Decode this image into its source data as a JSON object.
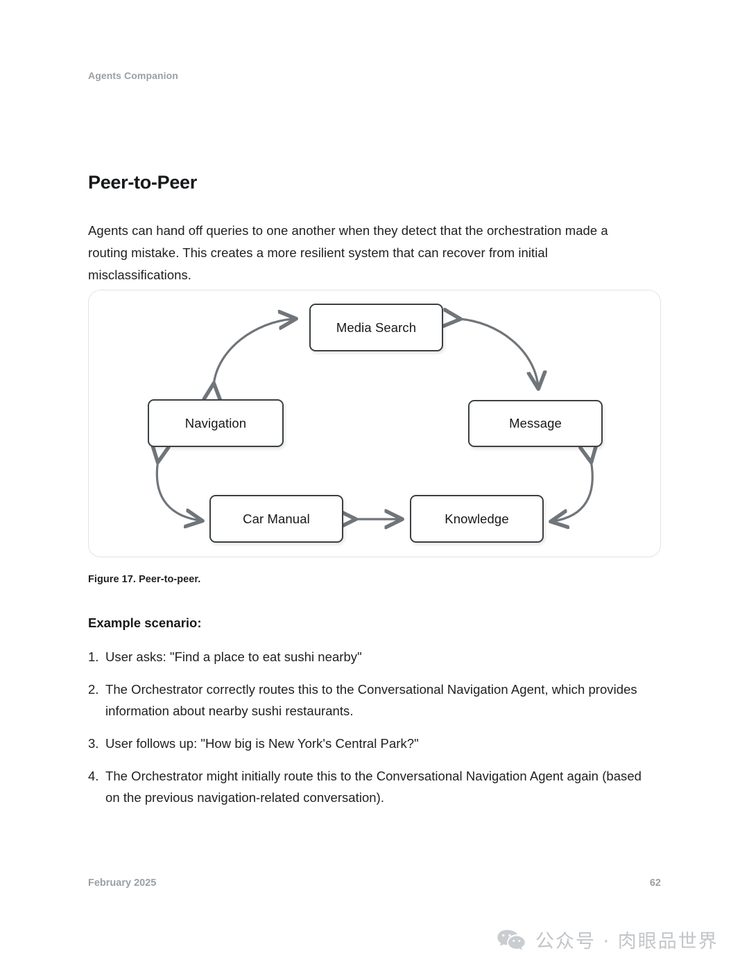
{
  "document": {
    "running_header": "Agents Companion",
    "section_title": "Peer-to-Peer",
    "intro_paragraph": "Agents can hand off queries to one another when they detect that the orchestration made a routing mistake. This creates a more resilient system that can recover from initial misclassifications.",
    "figure_caption": "Figure 17. Peer-to-peer.",
    "example_label": "Example scenario:",
    "steps": [
      {
        "num": "1.",
        "text": "User asks: \"Find a place to eat sushi nearby\""
      },
      {
        "num": "2.",
        "text": "The Orchestrator correctly routes this to the Conversational Navigation Agent, which provides information about nearby sushi restaurants."
      },
      {
        "num": "3.",
        "text": "User follows up: \"How big is New York's Central Park?\""
      },
      {
        "num": "4.",
        "text": "The Orchestrator might initially route this to the Conversational Navigation Agent again (based on the previous navigation-related conversation)."
      }
    ],
    "footer": {
      "date": "February 2025",
      "page_number": "62"
    },
    "watermark": {
      "icon": "wechat-icon",
      "text": "公众号 · 肉眼品世界"
    }
  },
  "figure": {
    "type": "diagram",
    "title": "Peer-to-peer agent handoff cycle",
    "nodes": [
      {
        "id": "media_search",
        "label": "Media Search"
      },
      {
        "id": "navigation",
        "label": "Navigation"
      },
      {
        "id": "message",
        "label": "Message"
      },
      {
        "id": "car_manual",
        "label": "Car Manual"
      },
      {
        "id": "knowledge",
        "label": "Knowledge"
      }
    ],
    "edges": [
      {
        "from": "navigation",
        "to": "media_search",
        "style": "curved",
        "direction": "bidirectional"
      },
      {
        "from": "media_search",
        "to": "message",
        "style": "curved",
        "direction": "bidirectional"
      },
      {
        "from": "message",
        "to": "knowledge",
        "style": "curved",
        "direction": "bidirectional"
      },
      {
        "from": "knowledge",
        "to": "car_manual",
        "style": "straight",
        "direction": "bidirectional"
      },
      {
        "from": "car_manual",
        "to": "navigation",
        "style": "curved",
        "direction": "bidirectional"
      }
    ],
    "colors": {
      "node_border": "#3c4043",
      "node_fill": "#ffffff",
      "arrow": "#70757a",
      "frame_border": "#e3e3e3"
    }
  }
}
